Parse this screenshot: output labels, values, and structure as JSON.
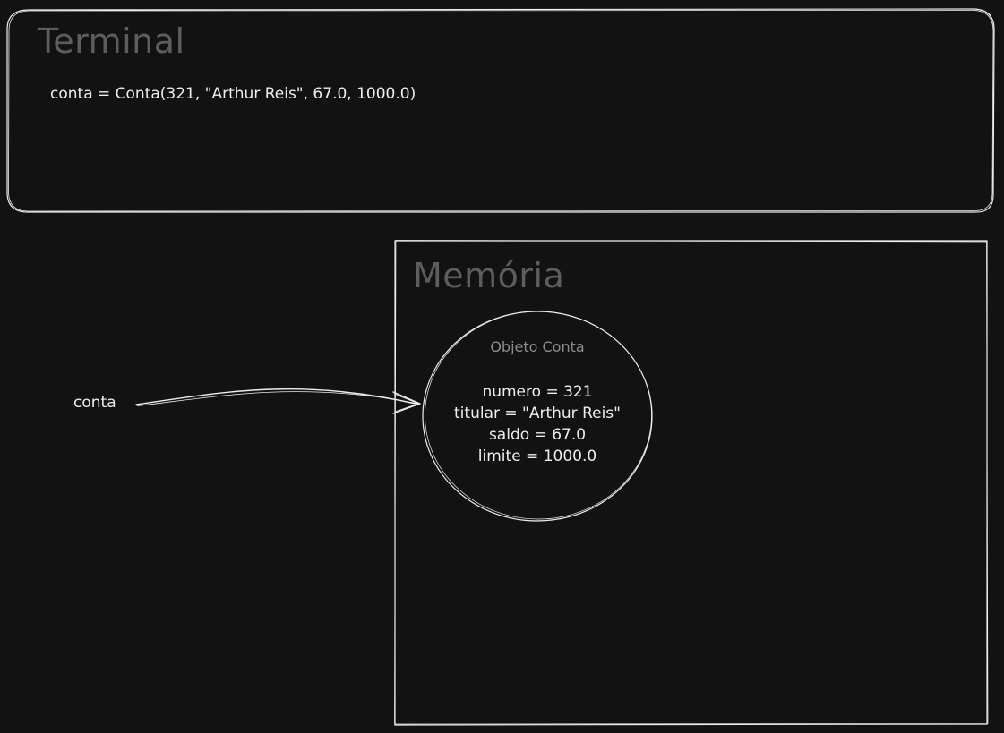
{
  "terminal": {
    "title": "Terminal",
    "command": "conta = Conta(321, \"Arthur Reis\", 67.0, 1000.0)"
  },
  "memory": {
    "title": "Memória",
    "object": {
      "title": "Objeto Conta",
      "attributes": [
        "numero = 321",
        "titular = \"Arthur Reis\"",
        "saldo = 67.0",
        "limite = 1000.0"
      ]
    }
  },
  "reference": {
    "label": "conta"
  },
  "colors": {
    "background": "#121212",
    "stroke": "#eeeeee",
    "title_text": "#5d5d5d",
    "object_title_text": "#8c8c8c"
  }
}
